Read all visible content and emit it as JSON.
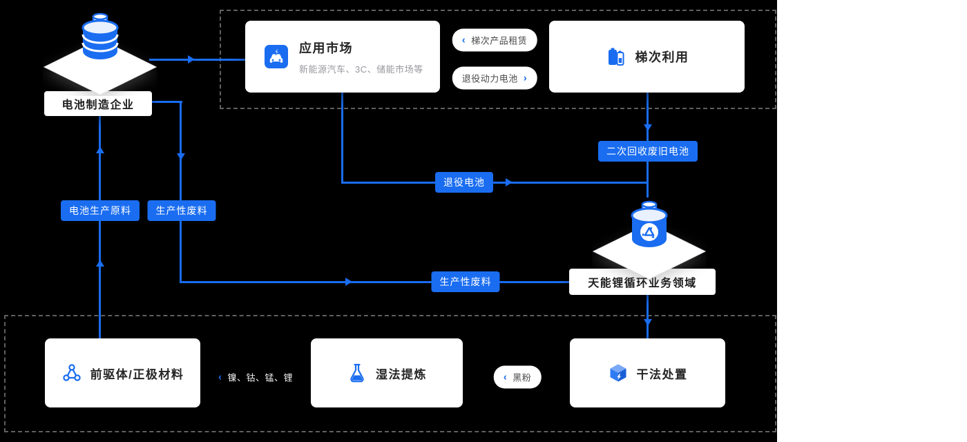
{
  "theme": {
    "background": "#ffffff",
    "panel": "#000000",
    "accent": "#1a6df0",
    "card": "#ffffff"
  },
  "icons": {
    "chevron_left": "‹",
    "chevron_right": "›",
    "battery-3d-icon": "isometric battery on white diamond platform",
    "recycle-battery-3d-icon": "isometric battery with recycling mark on white diamond platform",
    "ev-car-icon": "electric car with lightning bolt in blue rounded square",
    "cascade-batteries-icon": "two battery cells",
    "molecule-icon": "three linked atoms",
    "flask-icon": "laboratory flask with liquid",
    "cube-icon": "3d cube"
  },
  "nodes": {
    "manufacturer": {
      "label": "电池制造企业"
    },
    "app_market": {
      "title": "应用市场",
      "subtitle": "新能源汽车、3C、储能市场等"
    },
    "cascade_use": {
      "title": "梯次利用"
    },
    "recycle_hub": {
      "label": "天能锂循环业务领域"
    },
    "precursor": {
      "title": "前驱体/正极材料"
    },
    "wet_refining": {
      "title": "湿法提炼"
    },
    "dry_disposal": {
      "title": "干法处置"
    }
  },
  "pills": {
    "cascade_leasing": {
      "label": "梯次产品租赁",
      "chevron": "left"
    },
    "retired_power_battery": {
      "label": "退役动力电池",
      "chevron": "right"
    },
    "metals": {
      "label": "镍、钴、锰、锂",
      "chevron": "left"
    },
    "black_powder": {
      "label": "黑粉",
      "chevron": "left"
    }
  },
  "flow_badges": {
    "battery_raw_material": "电池生产原料",
    "production_waste_left": "生产性废料",
    "retired_battery": "退役电池",
    "secondary_recycled_battery": "二次回收废旧电池",
    "production_waste_mid": "生产性废料"
  }
}
